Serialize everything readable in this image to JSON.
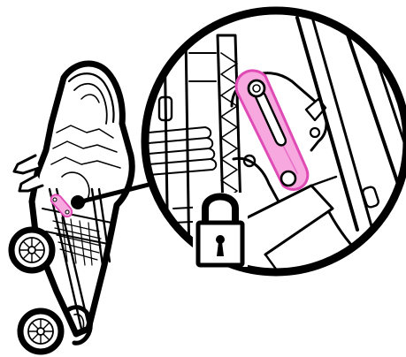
{
  "colors": {
    "ink": "#000000",
    "paper": "#ffffff",
    "latch_fill": "#f7a9df",
    "latch_outline": "#e04ab5",
    "dot_fill": "#ffffff"
  },
  "icons": {
    "folded_stroller": "folded-stroller-illustration",
    "magnified_detail": "magnified-latch-detail",
    "latch": "storage-latch",
    "padlock": "padlock-icon",
    "callout_line": "callout-pointer"
  }
}
